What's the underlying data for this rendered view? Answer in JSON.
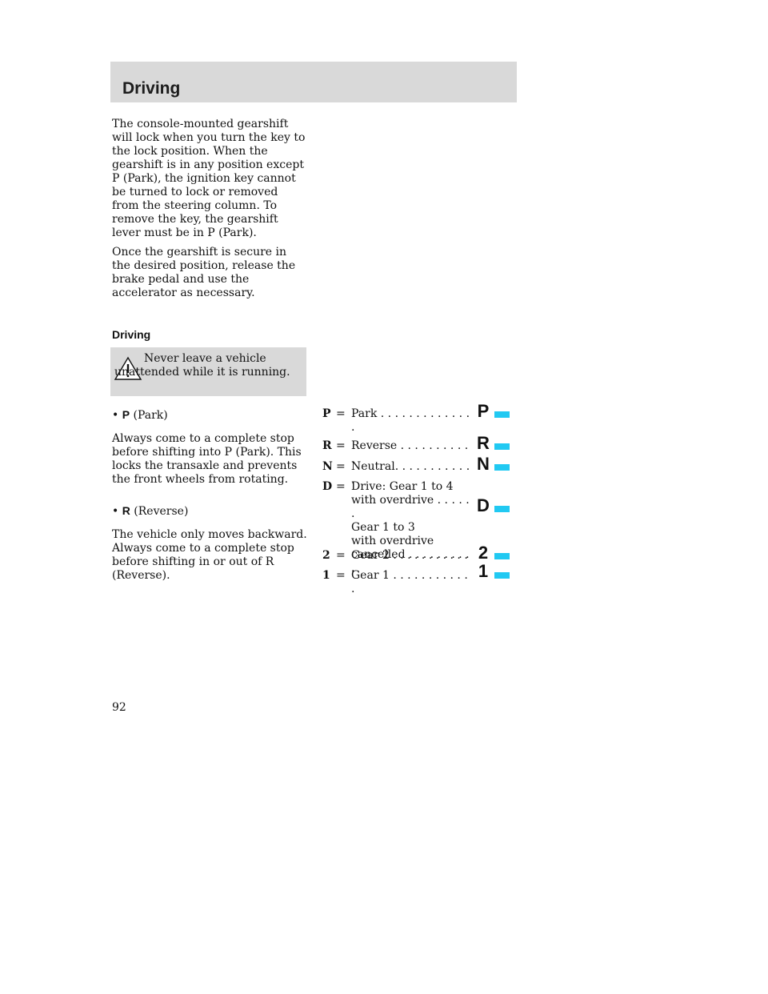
{
  "header": {
    "title": "Driving",
    "band_color": "#d9d9d9"
  },
  "intro": {
    "p1": "The console-mounted gearshift will lock when you turn the key to the lock position. When the gearshift is in any position except P (Park), the ignition key cannot be turned to lock or removed from the steering column. To remove the key, the gearshift lever must be in P (Park).",
    "p2": "Once the gearshift is secure in the desired position, release the brake pedal and use the accelerator as necessary."
  },
  "section": {
    "heading": "Driving"
  },
  "warning": {
    "icon": "warning-triangle-icon",
    "text": "Never leave a vehicle unattended while it is running."
  },
  "bullets": [
    {
      "dot": "•",
      "code": "P",
      "label": "(Park)",
      "text": "Always come to a complete stop before shifting into P (Park). This locks the transaxle and prevents the front wheels from rotating."
    },
    {
      "dot": "•",
      "code": "R",
      "label": "(Reverse)",
      "text": "The vehicle only moves backward. Always come to a complete stop before shifting in or out of R (Reverse)."
    }
  ],
  "gears": [
    {
      "letter": "P",
      "eq": "=",
      "text": "Park . . . . . . . . . . . . . .",
      "symbol": "P"
    },
    {
      "letter": "R",
      "eq": "=",
      "text": "Reverse  . . . . . . . . . . .",
      "symbol": "R"
    },
    {
      "letter": "N",
      "eq": "=",
      "text": "Neutral. . . . . . . . . . . .",
      "symbol": "N"
    },
    {
      "letter": "D",
      "eq": "=",
      "text": "Drive: Gear 1 to 4\nwith overdrive . . . . . .\nGear 1 to 3\nwith overdrive\ncancelled . . . . . . . . . .",
      "symbol": "D"
    },
    {
      "letter": "2",
      "eq": "=",
      "text": "Gear 2  . . . . . . . . . . . .",
      "symbol": "2"
    },
    {
      "letter": "1",
      "eq": "=",
      "text": "Gear 1  . . . . . . . . . . . .",
      "symbol": "1"
    }
  ],
  "indicator_color": "#21c9f2",
  "page_number": "92"
}
